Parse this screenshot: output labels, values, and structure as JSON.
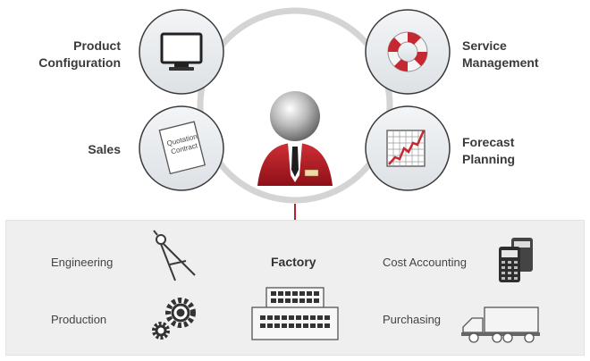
{
  "top": {
    "product_configuration_line1": "Product",
    "product_configuration_line2": "Configuration",
    "service_management_line1": "Service",
    "service_management_line2": "Management",
    "sales": "Sales",
    "forecast_planning_line1": "Forecast",
    "forecast_planning_line2": "Planning",
    "document_line1": "Quotation",
    "document_line2": "Contract"
  },
  "bottom": {
    "engineering": "Engineering",
    "factory": "Factory",
    "cost_accounting": "Cost Accounting",
    "production": "Production",
    "purchasing": "Purchasing"
  },
  "colors": {
    "accent_red": "#b8202a",
    "circle_fill": "#e9ecef",
    "ring": "#d6d6d6"
  }
}
